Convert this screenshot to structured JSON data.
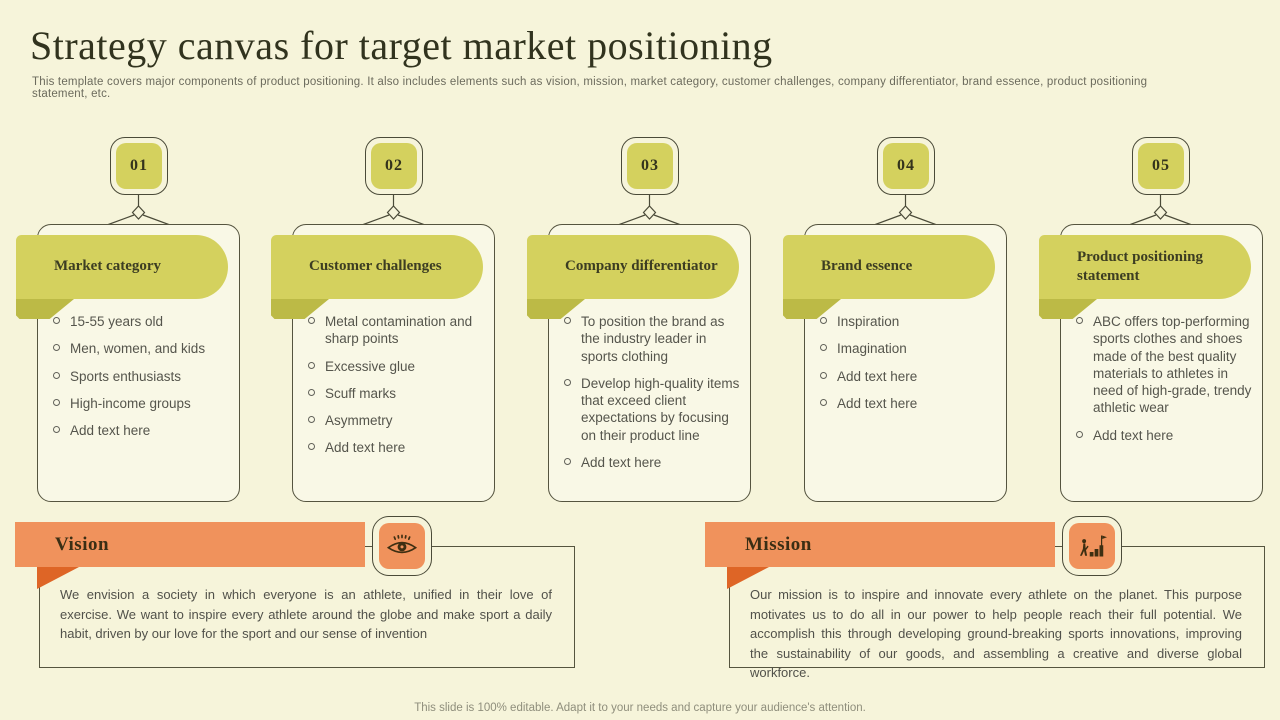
{
  "slide": {
    "title": "Strategy canvas for target market positioning",
    "subtitle": "This template covers major components of product positioning. It also includes elements such as vision, mission, market category, customer challenges, company differentiator, brand essence, product positioning statement, etc.",
    "footer": "This slide is 100% editable. Adapt it to your needs and capture your audience's attention."
  },
  "columns": [
    {
      "number": "01",
      "title": "Market category",
      "bullets": [
        "15-55 years old",
        "Men, women, and kids",
        "Sports enthusiasts",
        "High-income groups",
        "Add text here"
      ]
    },
    {
      "number": "02",
      "title": "Customer challenges",
      "bullets": [
        "Metal contamination and sharp points",
        "Excessive glue",
        "Scuff marks",
        "Asymmetry",
        "Add text here"
      ]
    },
    {
      "number": "03",
      "title": "Company differentiator",
      "bullets": [
        "To position the brand as the industry leader in sports clothing",
        "Develop high-quality items that exceed client expectations by focusing on their product line",
        "Add text here"
      ]
    },
    {
      "number": "04",
      "title": "Brand essence",
      "bullets": [
        "Inspiration",
        "Imagination",
        "Add text here",
        "Add text here"
      ]
    },
    {
      "number": "05",
      "title": "Product positioning statement",
      "bullets": [
        "ABC offers top-performing sports clothes and shoes made of the best quality materials to athletes in need of high-grade, trendy athletic wear",
        "Add text here"
      ]
    }
  ],
  "vision": {
    "label": "Vision",
    "icon": "eye-icon",
    "text": "We envision a society in which everyone is an athlete, unified in their love of exercise. We want to inspire every athlete around the globe and make sport a daily habit, driven by our love for the sport and our sense of invention"
  },
  "mission": {
    "label": "Mission",
    "icon": "growth-flag-icon",
    "text": "Our mission is to inspire and innovate every athlete on the planet. This purpose motivates us to do all in our power to help people reach their full potential. We accomplish this through developing ground-breaking sports innovations, improving the sustainability of our goods, and assembling a creative and diverse global workforce."
  },
  "colors": {
    "background": "#f6f4da",
    "accent_yellow": "#d4d15e",
    "accent_yellow_dark": "#bcba46",
    "accent_orange": "#f0925c",
    "accent_orange_dark": "#de6526",
    "outline": "#4a4a38",
    "title_text": "#31331e",
    "body_text": "#55554c"
  }
}
